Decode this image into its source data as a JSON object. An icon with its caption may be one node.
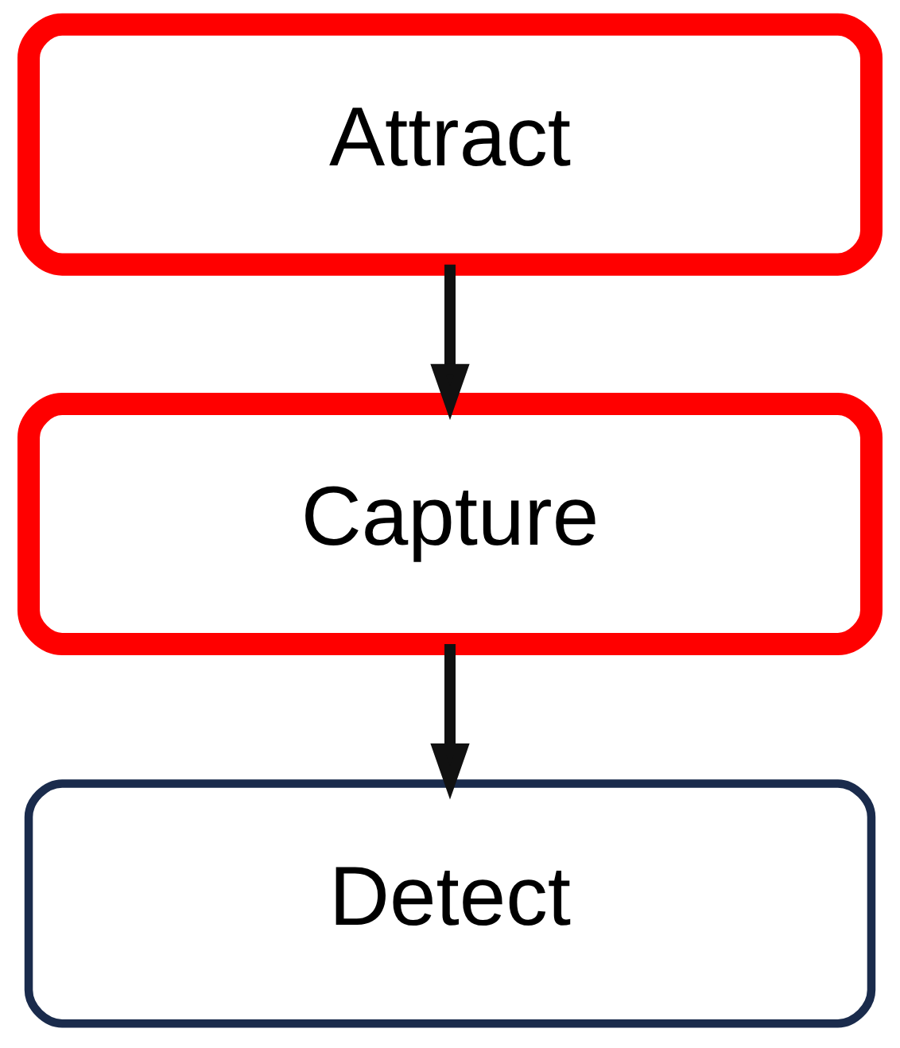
{
  "diagram": {
    "nodes": [
      {
        "text": [
          "Attract"
        ]
      },
      {
        "text": [
          "Capture"
        ]
      },
      {
        "text": [
          "Detect"
        ]
      }
    ],
    "edges": [
      {
        "from": 0,
        "to": 1,
        "arrow": "to"
      },
      {
        "from": 1,
        "to": 2,
        "arrow": "to"
      }
    ]
  }
}
